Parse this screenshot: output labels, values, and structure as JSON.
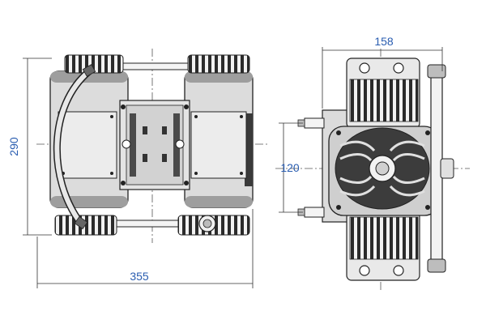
{
  "dimensions": {
    "width_left": "355",
    "height_left": "290",
    "width_right": "158",
    "spacing_right": "120"
  },
  "colors": {
    "line": "#1a1a1a",
    "dimension_text": "#2a5db0",
    "body_fill": "#d9d9d9",
    "dark_fill": "#3a3a3a",
    "plate_fill": "#e6e6e6"
  }
}
